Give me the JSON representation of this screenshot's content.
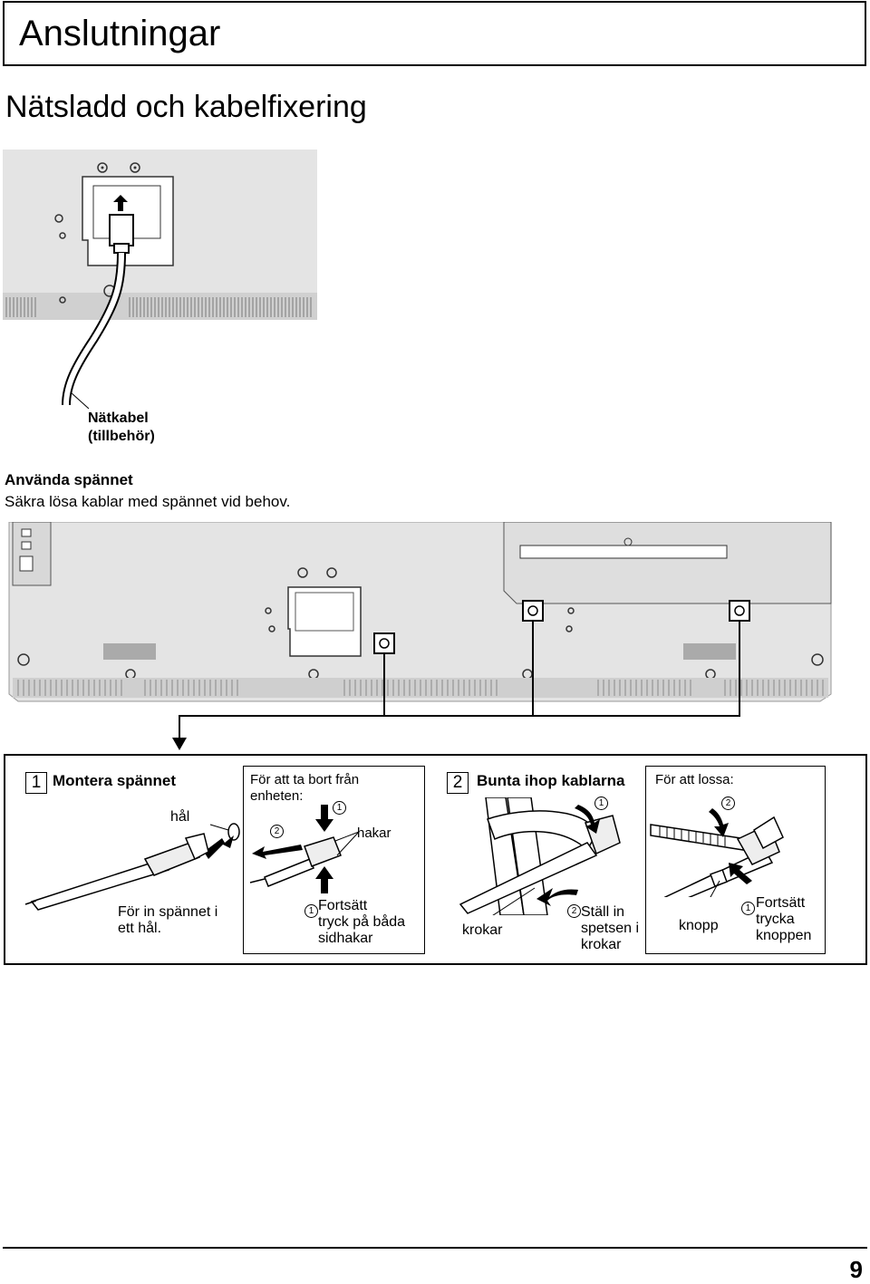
{
  "header": {
    "title": "Anslutningar"
  },
  "section": {
    "title": "Nätsladd och kabelfixering"
  },
  "figure1": {
    "cable_label_1": "Nätkabel",
    "cable_label_2": "(tillbehör)"
  },
  "clamp_intro": {
    "heading": "Använda spännet",
    "text": "Säkra lösa kablar med spännet vid behov."
  },
  "step1": {
    "number": "1",
    "title": "Montera spännet",
    "hole_label": "hål",
    "caption_line1": "För in spännet i",
    "caption_line2": "ett hål."
  },
  "remove": {
    "title_line1": "För att ta bort från",
    "title_line2": "enheten:",
    "marker1": "1",
    "marker2": "2",
    "hooks_label": "hakar",
    "caption_marker": "1",
    "caption_line1": "Fortsätt",
    "caption_line2": "tryck på båda",
    "caption_line3": "sidhakar"
  },
  "step2": {
    "number": "2",
    "title": "Bunta ihop kablarna",
    "marker1": "1",
    "hooks_label": "krokar",
    "caption_marker": "2",
    "caption_line1": "Ställ in",
    "caption_line2": "spetsen i",
    "caption_line3": "krokar"
  },
  "release": {
    "title": "För att lossa:",
    "marker2": "2",
    "knob_label": "knopp",
    "caption_marker": "1",
    "caption_line1": "Fortsätt",
    "caption_line2": "trycka",
    "caption_line3": "knoppen"
  },
  "footer": {
    "page_number": "9"
  }
}
